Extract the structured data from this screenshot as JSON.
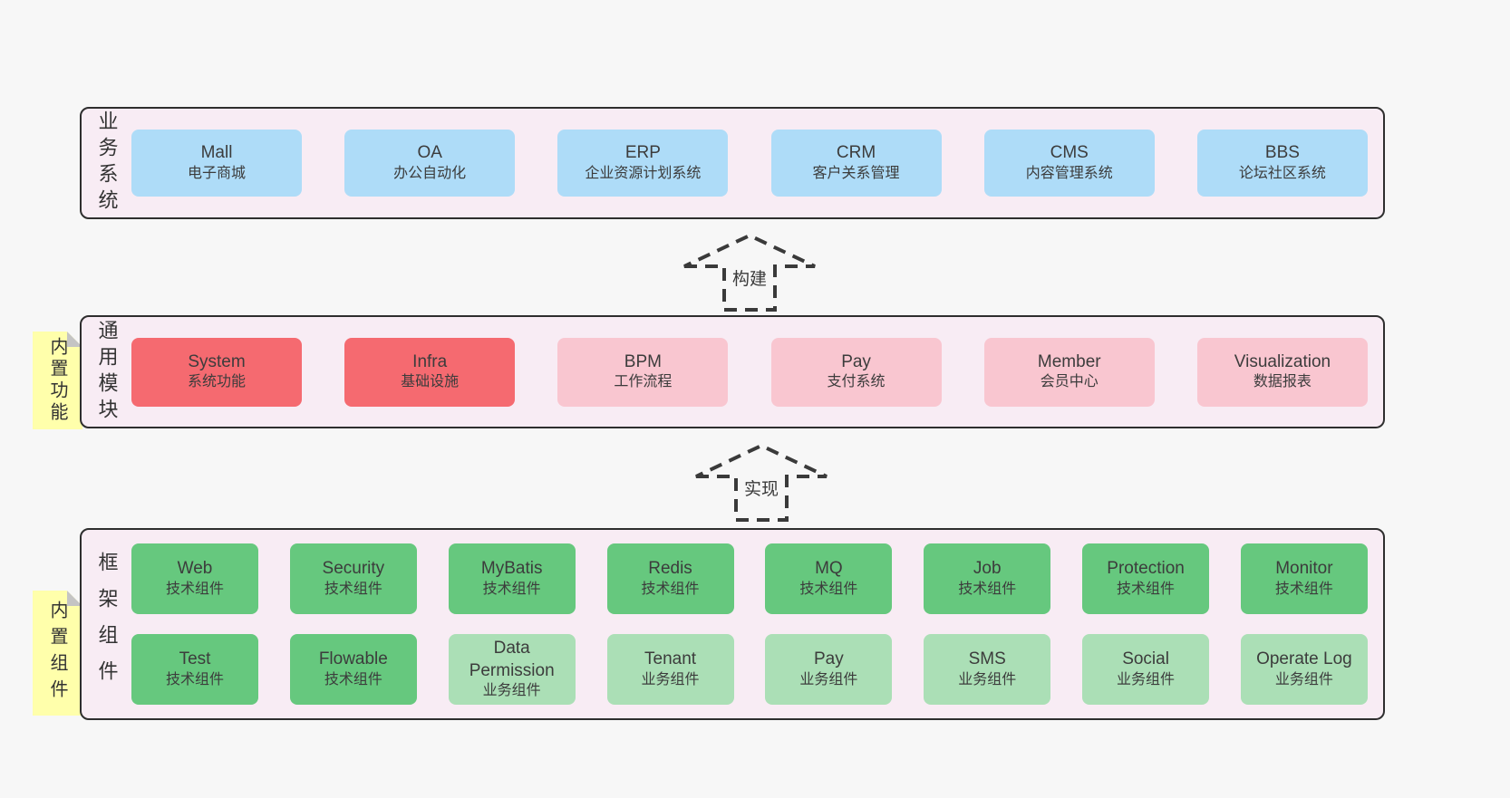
{
  "colors": {
    "page_bg": "#f7f7f7",
    "panel_bg": "#f8ecf4",
    "panel_border": "#2e2e2e",
    "blue_box": "#aedcf8",
    "red_box": "#f56a70",
    "pink_box": "#f9c6d0",
    "green_box": "#66c87e",
    "light_green_box": "#abdfb6",
    "sticky_yellow": "#ffffab",
    "sticky_fold": "#c4c4c4",
    "text": "#3c3c3c"
  },
  "business": {
    "label": "业务系统",
    "boxes": [
      {
        "en": "Mall",
        "zh": "电子商城",
        "variant": "blue"
      },
      {
        "en": "OA",
        "zh": "办公自动化",
        "variant": "blue"
      },
      {
        "en": "ERP",
        "zh": "企业资源计划系统",
        "variant": "blue"
      },
      {
        "en": "CRM",
        "zh": "客户关系管理",
        "variant": "blue"
      },
      {
        "en": "CMS",
        "zh": "内容管理系统",
        "variant": "blue"
      },
      {
        "en": "BBS",
        "zh": "论坛社区系统",
        "variant": "blue"
      }
    ]
  },
  "arrows": {
    "build": "构建",
    "implement": "实现"
  },
  "modules": {
    "label": "通用模块",
    "sticky": "内置功能",
    "boxes": [
      {
        "en": "System",
        "zh": "系统功能",
        "variant": "red"
      },
      {
        "en": "Infra",
        "zh": "基础设施",
        "variant": "red"
      },
      {
        "en": "BPM",
        "zh": "工作流程",
        "variant": "pink"
      },
      {
        "en": "Pay",
        "zh": "支付系统",
        "variant": "pink"
      },
      {
        "en": "Member",
        "zh": "会员中心",
        "variant": "pink"
      },
      {
        "en": "Visualization",
        "zh": "数据报表",
        "variant": "pink"
      }
    ]
  },
  "framework": {
    "label": "框架组件",
    "sticky": "内置组件",
    "row1": [
      {
        "en": "Web",
        "zh": "技术组件",
        "variant": "green"
      },
      {
        "en": "Security",
        "zh": "技术组件",
        "variant": "green"
      },
      {
        "en": "MyBatis",
        "zh": "技术组件",
        "variant": "green"
      },
      {
        "en": "Redis",
        "zh": "技术组件",
        "variant": "green"
      },
      {
        "en": "MQ",
        "zh": "技术组件",
        "variant": "green"
      },
      {
        "en": "Job",
        "zh": "技术组件",
        "variant": "green"
      },
      {
        "en": "Protection",
        "zh": "技术组件",
        "variant": "green"
      },
      {
        "en": "Monitor",
        "zh": "技术组件",
        "variant": "green"
      }
    ],
    "row2": [
      {
        "en": "Test",
        "zh": "技术组件",
        "variant": "green"
      },
      {
        "en": "Flowable",
        "zh": "技术组件",
        "variant": "green"
      },
      {
        "en": "Data Permission",
        "zh": "业务组件",
        "variant": "light-green"
      },
      {
        "en": "Tenant",
        "zh": "业务组件",
        "variant": "light-green"
      },
      {
        "en": "Pay",
        "zh": "业务组件",
        "variant": "light-green"
      },
      {
        "en": "SMS",
        "zh": "业务组件",
        "variant": "light-green"
      },
      {
        "en": "Social",
        "zh": "业务组件",
        "variant": "light-green"
      },
      {
        "en": "Operate Log",
        "zh": "业务组件",
        "variant": "light-green"
      }
    ]
  }
}
